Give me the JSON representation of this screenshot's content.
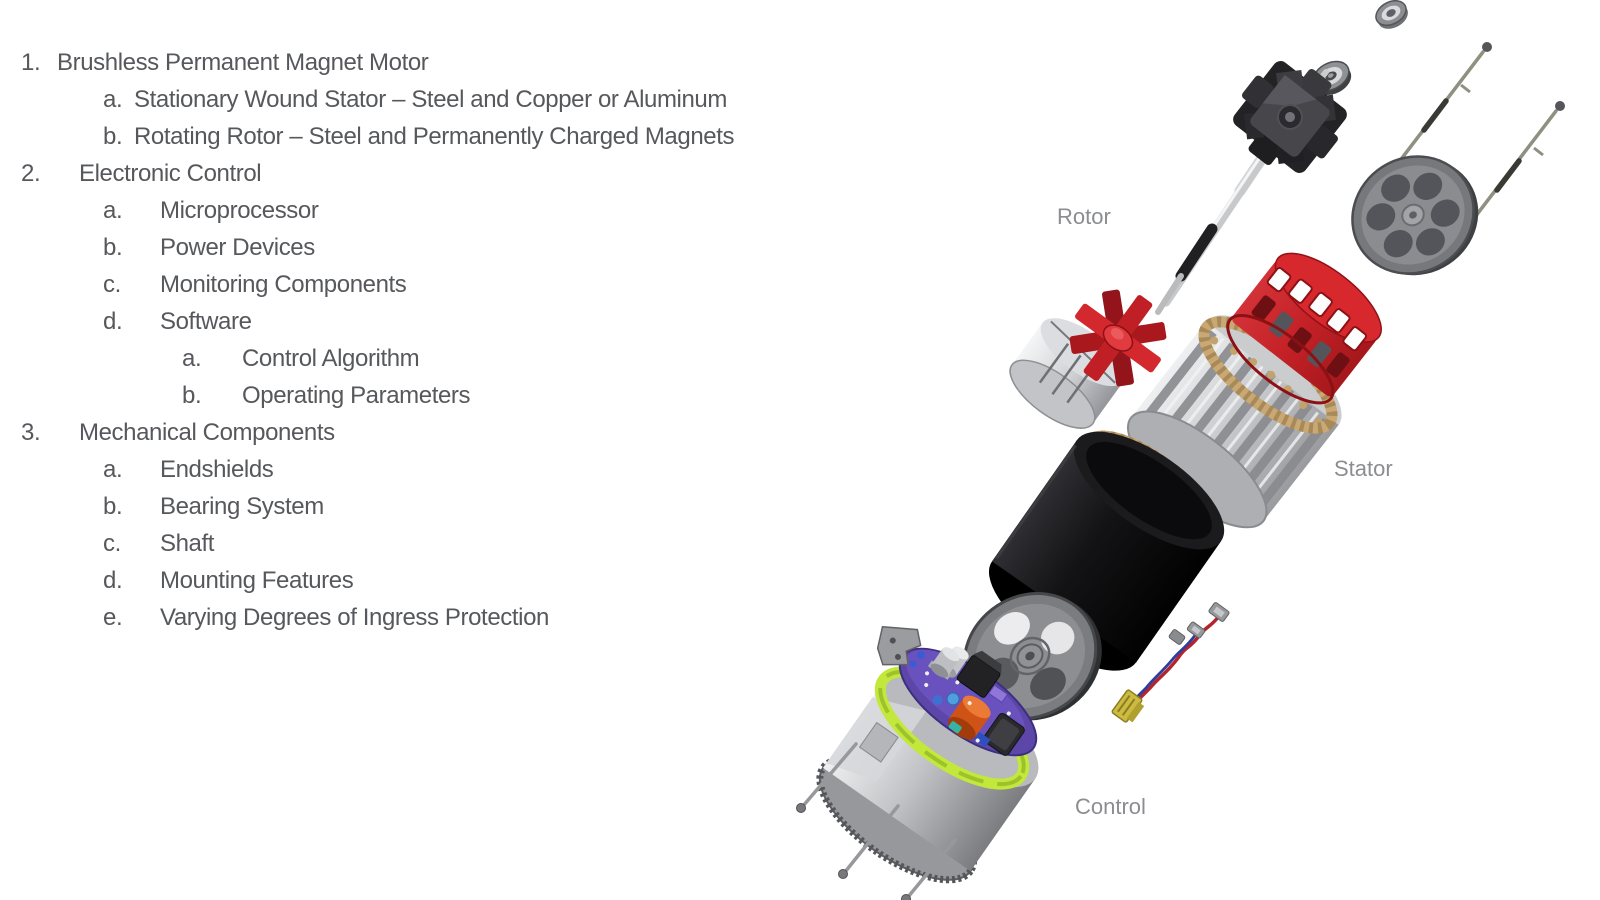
{
  "slide": {
    "background": "#ffffff"
  },
  "outline": {
    "text_color": "#56585c",
    "items": [
      {
        "marker": "1.",
        "text": "Brushless Permanent Magnet Motor"
      },
      {
        "marker": "a.",
        "text": "Stationary Wound Stator – Steel and Copper or Aluminum"
      },
      {
        "marker": "b.",
        "text": "Rotating Rotor – Steel and Permanently Charged Magnets"
      },
      {
        "marker": "2.",
        "text": "Electronic Control"
      },
      {
        "marker": "a.",
        "text": "Microprocessor"
      },
      {
        "marker": "b.",
        "text": "Power Devices"
      },
      {
        "marker": "c.",
        "text": "Monitoring Components"
      },
      {
        "marker": "d.",
        "text": "Software"
      },
      {
        "marker": "a.",
        "text": "Control Algorithm"
      },
      {
        "marker": "b.",
        "text": "Operating Parameters"
      },
      {
        "marker": "3.",
        "text": "Mechanical Components"
      },
      {
        "marker": "a.",
        "text": "Endshields"
      },
      {
        "marker": "b.",
        "text": "Bearing System"
      },
      {
        "marker": "c.",
        "text": "Shaft"
      },
      {
        "marker": "d.",
        "text": "Mounting Features"
      },
      {
        "marker": "e.",
        "text": "Varying Degrees of Ingress Protection"
      }
    ]
  },
  "diagram": {
    "labels": {
      "rotor": "Rotor",
      "stator": "Stator",
      "control": "Control"
    },
    "label_color": "#8c8d90",
    "colors": {
      "stator_cage_red": "#c32126",
      "rotor_magnet_red": "#c02025",
      "gasket_green": "#c3e83c",
      "pcb_purple": "#5c47a8",
      "capacitor_orange": "#cf5317",
      "shell_black": "#0d0d0f",
      "wire_red": "#b4252b",
      "wire_blue": "#2c3f9e",
      "connector_yellow": "#cdbb41",
      "steel_gray": "#c9cacc",
      "copper_tan": "#c3a26c"
    }
  }
}
